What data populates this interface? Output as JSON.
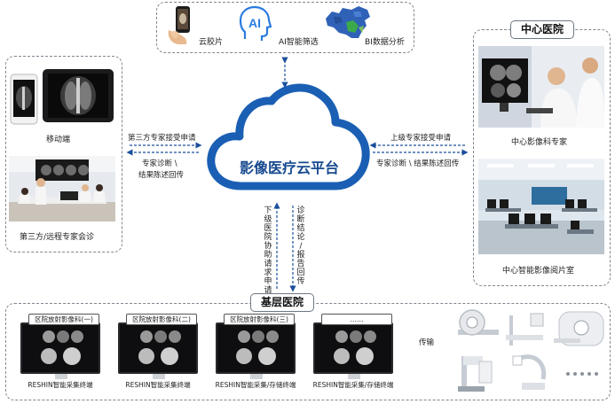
{
  "colors": {
    "accent": "#1a73d9",
    "dark_blue": "#174a8f",
    "dash": "#7f8790"
  },
  "top": {
    "items": [
      {
        "label": "云胶片",
        "icon": "phone-film-icon"
      },
      {
        "label": "AI智能筛选",
        "icon": "ai-head-icon"
      },
      {
        "label": "BI数据分析",
        "icon": "china-map-icon"
      }
    ]
  },
  "cloud": {
    "title": "影像医疗云平台"
  },
  "left": {
    "mobile_label": "移动端",
    "consult_label": "第三方/远程专家会诊"
  },
  "right": {
    "title": "中心医院",
    "expert_label": "中心影像科专家",
    "room_label": "中心智能影像阅片室"
  },
  "arrows": {
    "left_top": "第三方专家接受申请",
    "left_bottom_1": "专家诊断 \\",
    "left_bottom_2": "结果陈述回传",
    "right_top": "上级专家接受申请",
    "right_bottom": "专家诊断 \\ 结果陈述回传",
    "down_left": "下级医院协助请求申请",
    "down_right": "诊断结论/报告回传",
    "transfer": "传输"
  },
  "bottom": {
    "title": "基层医院",
    "terminals": [
      {
        "tag": "区院放射影像科(一)",
        "label": "RESHIN智能采集终端"
      },
      {
        "tag": "区院放射影像科(二)",
        "label": "RESHIN智能采集终端"
      },
      {
        "tag": "区院放射影像科(三)",
        "label": "RESHIN智能采集/存储终端"
      },
      {
        "tag": "……",
        "label": "RESHIN智能采集/存储终端"
      }
    ]
  }
}
